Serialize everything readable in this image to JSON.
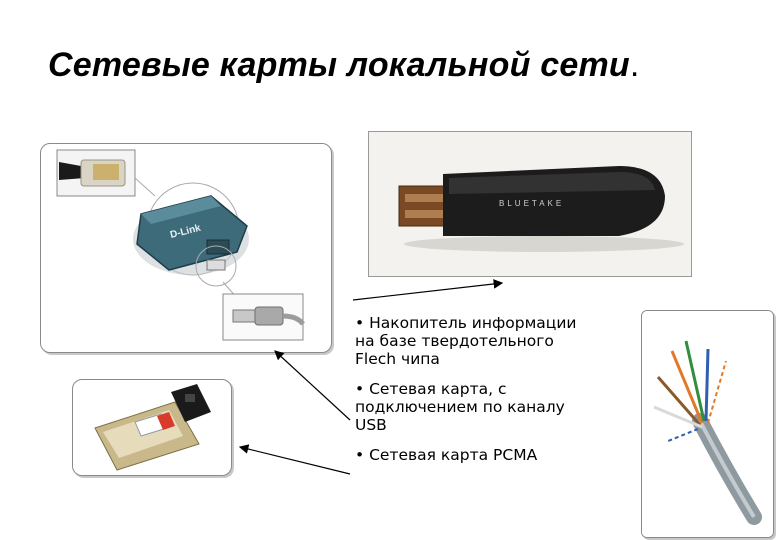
{
  "slide": {
    "title": "Сетевые карты локальной сети",
    "title_suffix": ".",
    "bullets": [
      "• Накопитель информации на базе твердотельного Flech чипа",
      "• Сетевая карта, с подключением по каналу USB",
      "• Сетевая карта PCMA"
    ],
    "photo_text": {
      "adapter_brand": "D-Link",
      "flash_brand": "BLUETAKE"
    }
  },
  "colors": {
    "title": "#000000",
    "text": "#000000",
    "adapter_body": "#3d6b7a",
    "flash_body": "#1c1c1c",
    "flash_connector": "#7a4a24",
    "cable_jacket": "#8f9aa0"
  }
}
